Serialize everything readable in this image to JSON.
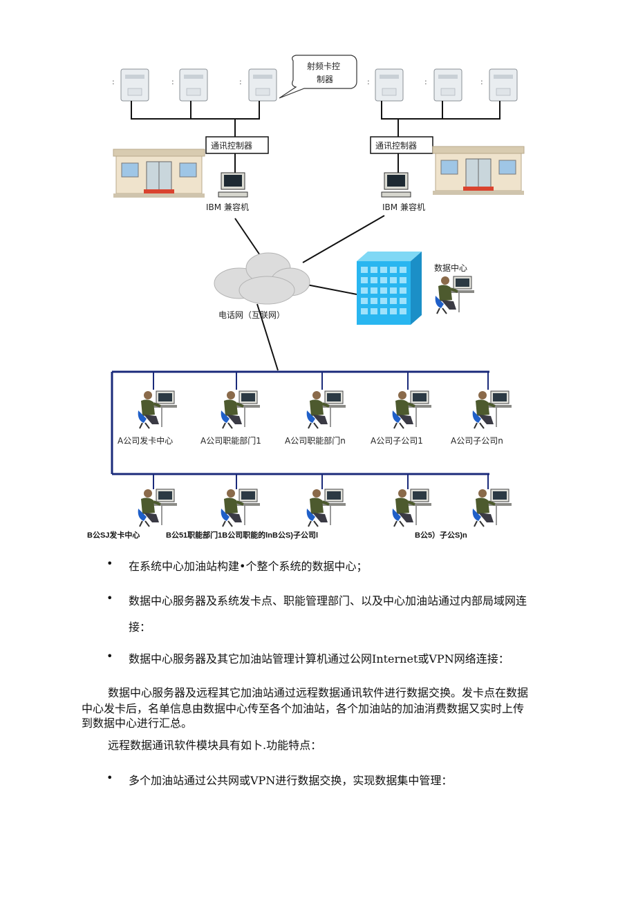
{
  "diagram": {
    "callout": [
      "射频卡控",
      "制器"
    ],
    "controller_left": "通讯控制器",
    "controller_right": "通讯控制器",
    "pc_left": "IBM 兼容机",
    "pc_right": "IBM 兼容机",
    "network": "电话网（互联网）",
    "data_center": "数据中心",
    "row1_labels": [
      "A公司发卡中心",
      "A公司职能部门1",
      "A公司职能部门n",
      "A公司子公司1",
      "A公司子公司n"
    ],
    "row2_labels": [
      "B公SJ发卡中心",
      "B公51职能部门1B公司职能的lnB公S)子公司l",
      "B公5）子公S)n"
    ]
  },
  "bullets": [
    "在系统中心加油站构建•个整个系统的数据中心；",
    "数据中心服务器及系统发卡点、职能管理部门、以及中心加油站通过内部局域网连",
    "接：",
    "数据中心服务器及其它加油站管理计算机通过公网Internet或VPN网络连接："
  ],
  "paragraph_lines": [
    "数据中心服务器及远程其它加油站通过远程数据通讯软件进行数据交换。发卡点在数据",
    "中心发卡后，名单信息由数据中心传至各个加油站，各个加油站的加油消费数据又实时上传",
    "到数据中心进行汇总。"
  ],
  "features_intro": "远程数据通讯软件模块具有如卜.功能特点：",
  "bullet_last": "多个加油站通过公共网或VPN进行数据交换，实现数据集中管理：",
  "bullet_glyph": "•"
}
